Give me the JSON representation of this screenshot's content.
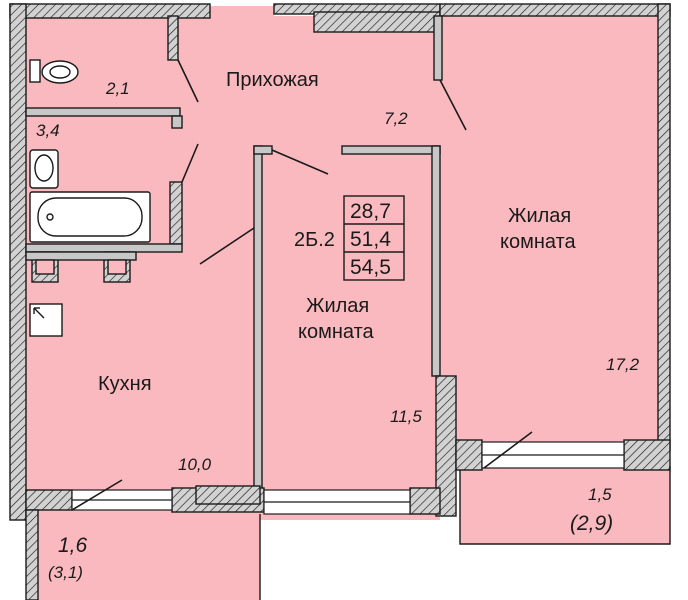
{
  "colors": {
    "room_fill": "#f9b9be",
    "wall_fill": "#c7c7c7",
    "line": "#1a1a1a",
    "background": "#ffffff"
  },
  "rooms": {
    "hallway": {
      "name": "Прихожая"
    },
    "toilet": {
      "area": "2,1"
    },
    "bathroom": {
      "area": "3,4"
    },
    "hall_area": {
      "area": "7,2"
    },
    "kitchen": {
      "name": "Кухня",
      "area": "10,0"
    },
    "living_small": {
      "name_line1": "Жилая",
      "name_line2": "комната",
      "area": "11,5"
    },
    "living_large": {
      "name_line1": "Жилая",
      "name_line2": "комната",
      "area": "17,2"
    },
    "balcony_left": {
      "area": "1,6",
      "area_total": "(3,1)"
    },
    "balcony_right": {
      "area": "1,5",
      "area_total": "(2,9)"
    }
  },
  "apartment": {
    "code": "2Б.2",
    "living_area": "28,7",
    "total_area": "51,4",
    "area_with_balconies": "54,5"
  }
}
